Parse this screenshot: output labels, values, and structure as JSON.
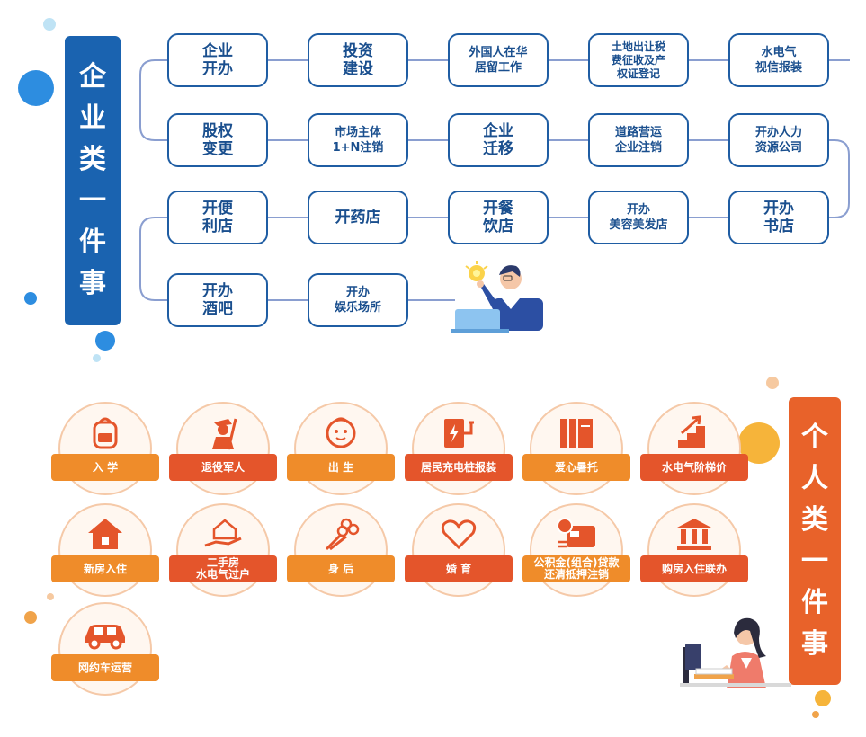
{
  "enterprise": {
    "title_chars": [
      "企",
      "业",
      "类",
      "一",
      "件",
      "事"
    ],
    "rows": [
      [
        "企业\n开办",
        "投资\n建设",
        "外国人在华\n居留工作",
        "土地出让税\n费征收及产\n权证登记",
        "水电气\n视信报装"
      ],
      [
        "股权\n变更",
        "市场主体\n1+N注销",
        "企业\n迁移",
        "道路营运\n企业注销",
        "开办人力\n资源公司"
      ],
      [
        "开便\n利店",
        "开药店",
        "开餐\n饮店",
        "开办\n美容美发店",
        "开办\n书店"
      ],
      [
        "开办\n酒吧",
        "开办\n娱乐场所"
      ]
    ],
    "small_text": [
      "外国人在华\n居留工作",
      "土地出让税\n费征收及产\n权证登记",
      "水电气\n视信报装",
      "市场主体\n1+N注销",
      "道路营运\n企业注销",
      "开办人力\n资源公司",
      "开办\n美容美发店",
      "开办\n娱乐场所"
    ]
  },
  "personal": {
    "title_chars": [
      "个",
      "人",
      "类",
      "一",
      "件",
      "事"
    ],
    "items": [
      {
        "label": "入 学",
        "icon": "school-bag-icon",
        "tone": "c1"
      },
      {
        "label": "退役军人",
        "icon": "soldier-icon",
        "tone": "c2"
      },
      {
        "label": "出 生",
        "icon": "baby-icon",
        "tone": "c1"
      },
      {
        "label": "居民充电桩报装",
        "icon": "charging-pile-icon",
        "tone": "c2"
      },
      {
        "label": "爱心暑托",
        "icon": "books-icon",
        "tone": "c1"
      },
      {
        "label": "水电气阶梯价",
        "icon": "stairs-arrow-icon",
        "tone": "c2"
      },
      {
        "label": "新房入住",
        "icon": "house-icon",
        "tone": "c1"
      },
      {
        "label": "二手房\n水电气过户",
        "icon": "hand-house-icon",
        "tone": "c2"
      },
      {
        "label": "身 后",
        "icon": "flowers-icon",
        "tone": "c1"
      },
      {
        "label": "婚 育",
        "icon": "heart-icon",
        "tone": "c2"
      },
      {
        "label": "公积金(组合)贷款\n还清抵押注销",
        "icon": "card-coin-icon",
        "tone": "c1"
      },
      {
        "label": "购房入住联办",
        "icon": "bank-icon",
        "tone": "c2"
      },
      {
        "label": "网约车运营",
        "icon": "car-icon",
        "tone": "c1"
      }
    ]
  },
  "colors": {
    "enterprise": "#1a63b0",
    "personal": "#e8622a",
    "personal_alt": "#ef8c2a"
  }
}
